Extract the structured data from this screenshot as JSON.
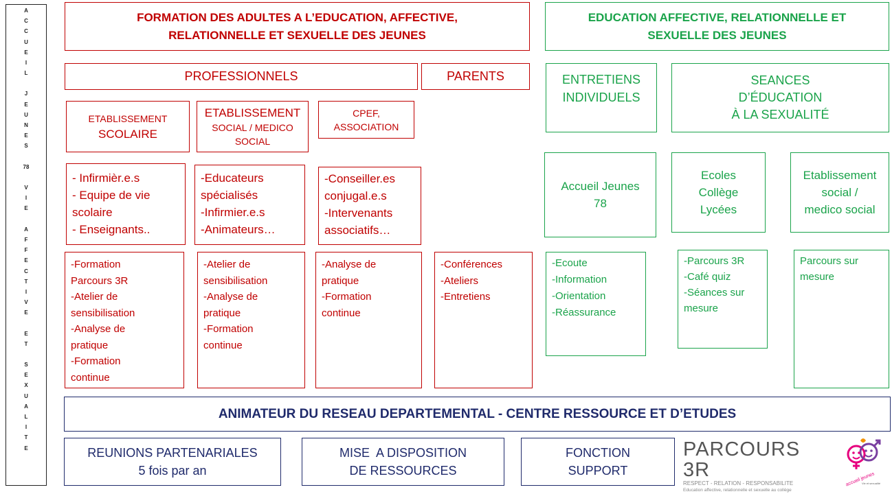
{
  "sidebar": {
    "letters": [
      "A",
      "C",
      "C",
      "U",
      "E",
      "I",
      "L",
      "",
      "J",
      "E",
      "U",
      "N",
      "E",
      "S",
      "",
      "78",
      "",
      "V",
      "I",
      "E",
      "",
      "A",
      "F",
      "F",
      "E",
      "C",
      "T",
      "I",
      "V",
      "E",
      "",
      "E",
      "T",
      "",
      "S",
      "E",
      "X",
      "U",
      "A",
      "L",
      "I",
      "T",
      "E"
    ]
  },
  "left_section": {
    "title_lines": [
      "FORMATION DES ADULTES A L’EDUCATION, AFFECTIVE,",
      "RELATIONNELLE ET SEXUELLE DES JEUNES"
    ],
    "professionnels": "PROFESSIONNELS",
    "parents": "PARENTS",
    "establishments": [
      {
        "lines": [
          "ETABLISSEMENT",
          "SCOLAIRE"
        ]
      },
      {
        "lines": [
          "ETABLISSEMENT",
          "SOCIAL / MEDICO",
          "SOCIAL"
        ]
      },
      {
        "lines": [
          "CPEF,",
          "ASSOCIATION"
        ]
      }
    ],
    "staff": [
      {
        "lines": [
          "- Infirmièr.e.s",
          "- Equipe de vie",
          "scolaire",
          "- Enseignants.."
        ]
      },
      {
        "lines": [
          "-Educateurs",
          "spécialisés",
          "-Infirmier.e.s",
          "-Animateurs…"
        ]
      },
      {
        "lines": [
          "-Conseiller.es",
          "conjugal.e.s",
          "-Intervenants",
          "associatifs…"
        ]
      }
    ],
    "actions": [
      {
        "lines": [
          "-Formation",
          "Parcours 3R",
          "-Atelier de",
          "sensibilisation",
          "-Analyse de",
          "pratique",
          "-Formation",
          "continue"
        ]
      },
      {
        "lines": [
          "-Atelier de",
          "sensibilisation",
          "-Analyse de",
          "pratique",
          "-Formation",
          "continue"
        ]
      },
      {
        "lines": [
          "-Analyse de",
          "pratique",
          "-Formation",
          "continue"
        ]
      },
      {
        "lines": [
          "-Conférences",
          "-Ateliers",
          "-Entretiens"
        ]
      }
    ]
  },
  "right_section": {
    "title_lines": [
      "EDUCATION AFFECTIVE, RELATIONNELLE ET",
      "SEXUELLE DES JEUNES"
    ],
    "entretiens": [
      "ENTRETIENS",
      "INDIVIDUELS"
    ],
    "seances": [
      "SEANCES",
      "D’ÉDUCATION",
      "À LA SEXUALITÉ"
    ],
    "places": [
      {
        "lines": [
          "Accueil Jeunes",
          "78"
        ]
      },
      {
        "lines": [
          "Ecoles",
          "Collège",
          "Lycées"
        ]
      },
      {
        "lines": [
          "Etablissement",
          "social /",
          "medico social"
        ]
      }
    ],
    "activities": [
      {
        "lines": [
          "-Ecoute",
          "-Information",
          "-Orientation",
          "-Réassurance"
        ]
      },
      {
        "lines": [
          "-Parcours 3R",
          "-Café quiz",
          "-Séances sur",
          "mesure"
        ]
      },
      {
        "lines": [
          "Parcours sur",
          "mesure"
        ]
      }
    ]
  },
  "bottom": {
    "animateur": "ANIMATEUR DU RESEAU DEPARTEMENTAL - CENTRE RESSOURCE ET D’ETUDES",
    "boxes": [
      {
        "lines": [
          "REUNIONS PARTENARIALES",
          "5 fois par an"
        ]
      },
      {
        "lines": [
          "MISE  A DISPOSITION",
          "DE RESSOURCES"
        ]
      },
      {
        "lines": [
          "FONCTION",
          "SUPPORT"
        ]
      }
    ]
  },
  "logos": {
    "parcours_title": "PARCOURS 3R",
    "parcours_tagline": "RESPECT - RELATION - RESPONSABILITE",
    "parcours_sub": "Education affective, relationnelle et sexuelle au collège",
    "accueil_jeunes": "accueil jeunes",
    "accueil_jeunes_sub": "Vie et sexualité"
  },
  "colors": {
    "red": "#c00000",
    "green": "#1aa34a",
    "navy": "#1f2a6b"
  }
}
